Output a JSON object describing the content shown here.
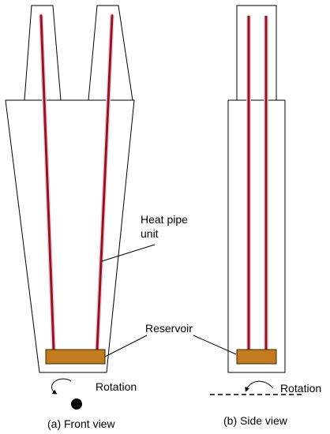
{
  "labels": {
    "heat_pipe_line1": "Heat pipe",
    "heat_pipe_line2": "unit",
    "reservoir": "Reservoir",
    "rotation_front": "Rotation",
    "rotation_side": "Rotation",
    "caption_front": "(a) Front view",
    "caption_side": "(b) Side view"
  },
  "colors": {
    "outline": "#000000",
    "pipe": "#8b1a1a",
    "pipe_glow": "#f2c9e6",
    "reservoir_fill": "#c47a1e",
    "reservoir_stroke": "#3a2400",
    "rotation_dot": "#000000"
  }
}
